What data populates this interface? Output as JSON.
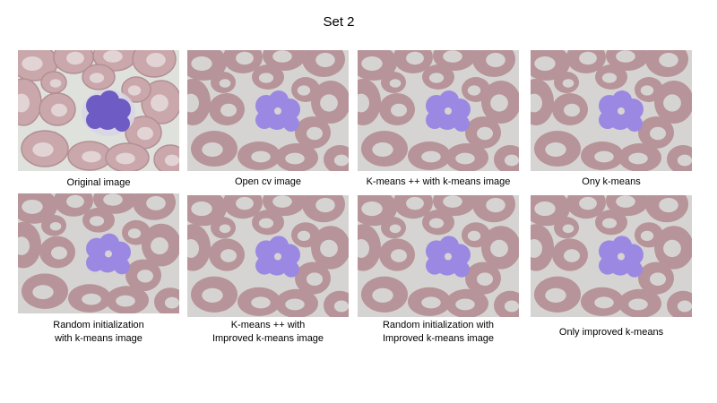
{
  "title": "Set 2",
  "colors": {
    "original_background": "#dfe2dc",
    "original_cell": "#c9a7ab",
    "original_cell_rim": "#b48f95",
    "original_nucleus": "#6e5cc4",
    "segmented_background": "#d6d4d2",
    "segmented_cell": "#b79499",
    "segmented_nucleus": "#9b88e3"
  },
  "panels": [
    {
      "caption": "Original image",
      "style": "original"
    },
    {
      "caption": "Open cv image",
      "style": "segmented"
    },
    {
      "caption": "K-means ++ with k-means image",
      "style": "segmented"
    },
    {
      "caption": "Ony k-means",
      "style": "segmented"
    },
    {
      "caption": "Random initialization\nwith k-means image",
      "style": "segmented"
    },
    {
      "caption": "K-means ++ with\nImproved k-means image",
      "style": "segmented"
    },
    {
      "caption": "Random initialization with\nImproved k-means image",
      "style": "segmented"
    },
    {
      "caption": "Only improved k-means",
      "style": "segmented"
    }
  ]
}
